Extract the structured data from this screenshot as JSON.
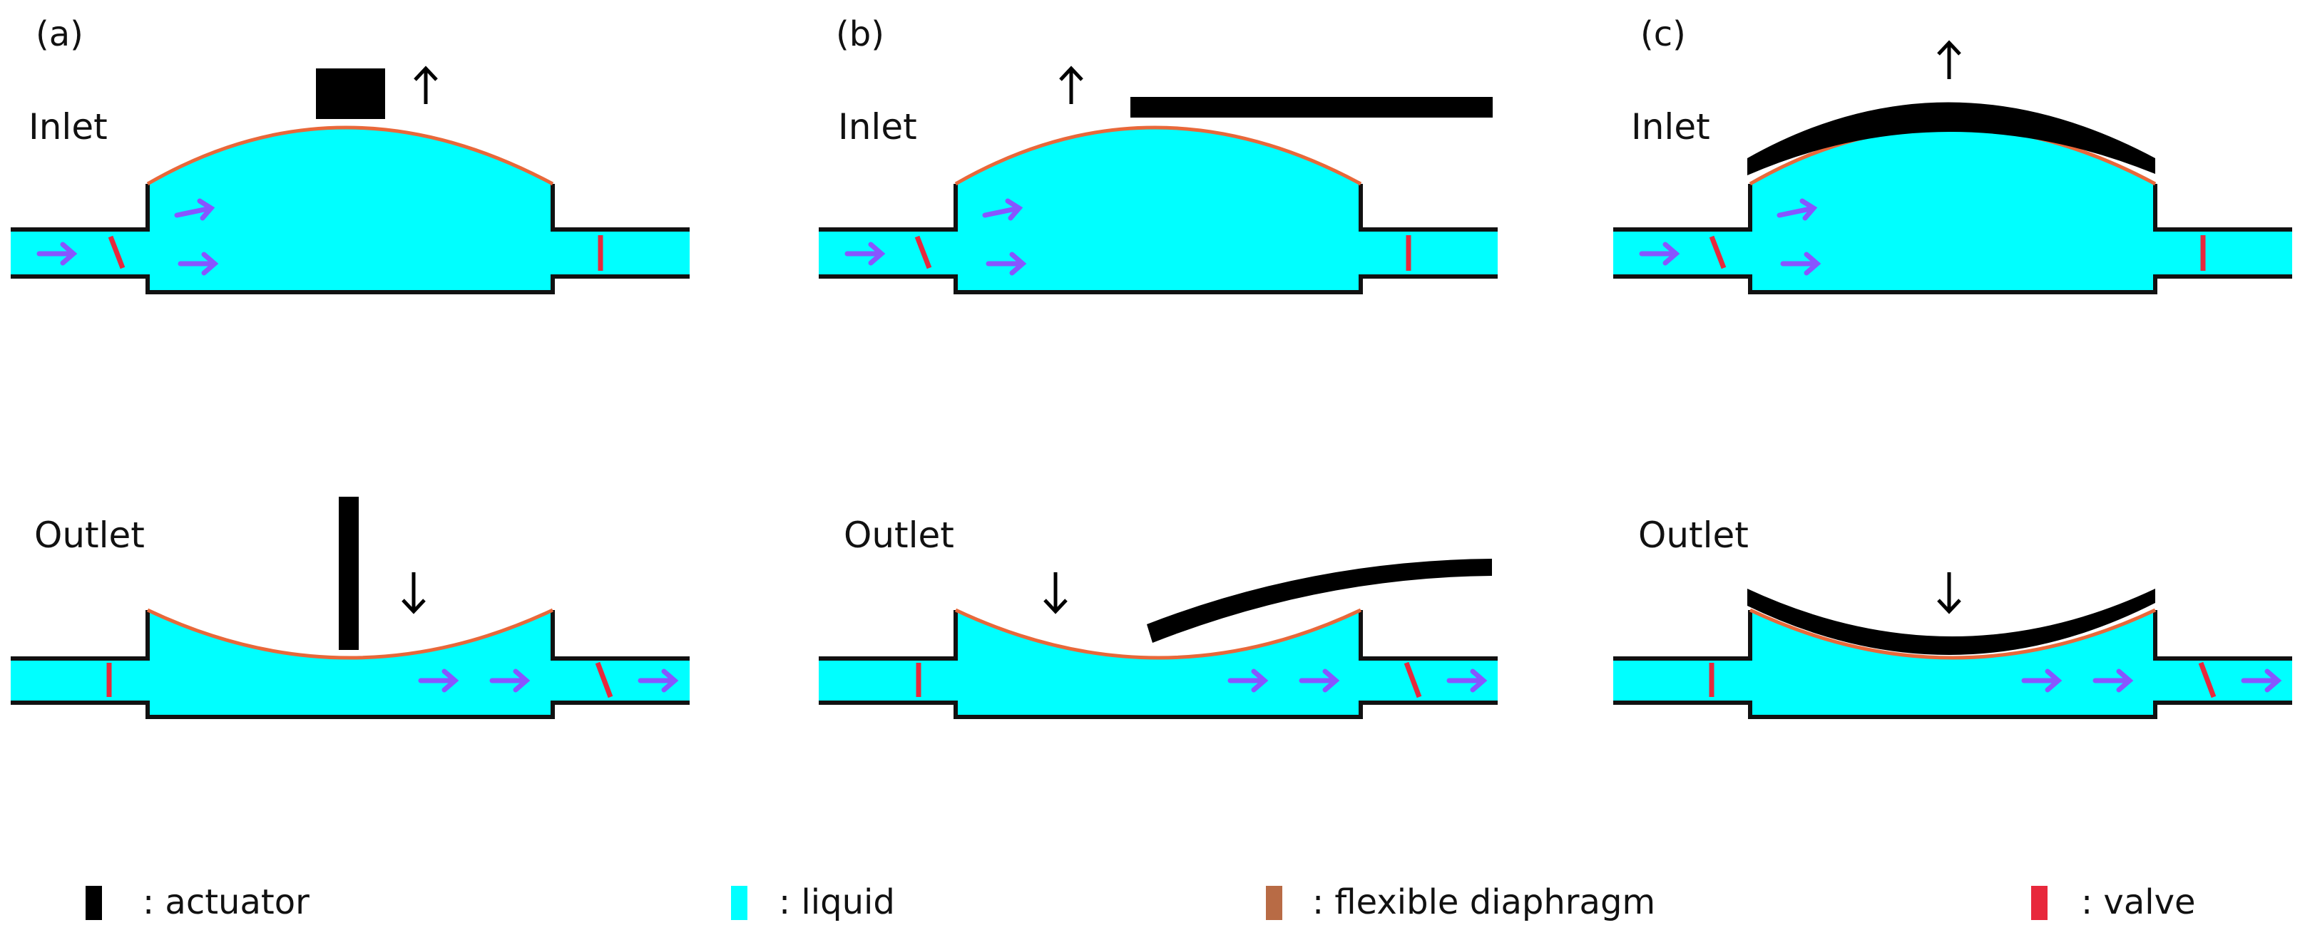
{
  "panels": [
    {
      "id": "a",
      "label": "(a)",
      "inlet_label": "Inlet",
      "outlet_label": "Outlet"
    },
    {
      "id": "b",
      "label": "(b)",
      "inlet_label": "Inlet",
      "outlet_label": "Outlet"
    },
    {
      "id": "c",
      "label": "(c)",
      "inlet_label": "Inlet",
      "outlet_label": "Outlet"
    }
  ],
  "legend": [
    {
      "name": "actuator",
      "text": ": actuator",
      "color": "#000000"
    },
    {
      "name": "liquid",
      "text": ": liquid",
      "color": "#00ffff"
    },
    {
      "name": "diaphragm",
      "text": ": flexible diaphragm",
      "color": "#b86b45"
    },
    {
      "name": "valve",
      "text": ": valve",
      "color": "#e8283c"
    }
  ],
  "colors": {
    "liquid": "#00ffff",
    "diaphragm": "#e8683a",
    "valve": "#e8283c",
    "flow_arrow": "#8855ff",
    "actuator": "#000000",
    "outline": "#111111"
  }
}
